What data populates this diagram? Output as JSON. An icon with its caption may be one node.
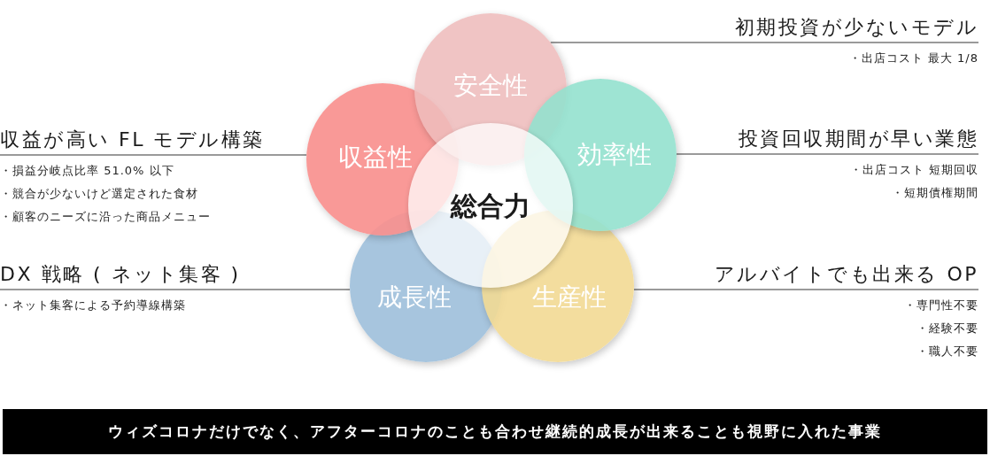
{
  "diagram": {
    "nodes": [
      {
        "text": [
          "安全性"
        ]
      },
      {
        "text": [
          "収益性"
        ]
      },
      {
        "text": [
          "効率性"
        ]
      },
      {
        "text": [
          "総合力"
        ]
      },
      {
        "text": [
          "成長性"
        ]
      },
      {
        "text": [
          "生産性"
        ]
      },
      {
        "text": [
          "初期投資が少ないモデル",
          "・出店コスト 最大 1/8"
        ]
      },
      {
        "text": [
          "収益が高い FL モデル構築",
          "・損益分岐点比率 51.0% 以下",
          "・競合が少ないけど選定された食材",
          "・顧客のニーズに沿った商品メニュー"
        ]
      },
      {
        "text": [
          "投資回収期間が早い業態",
          "・出店コスト 短期回収",
          "・短期債権期間"
        ]
      },
      {
        "text": [
          "DX 戦略 ( ネット集客 )",
          "・ネット集客による予約導線構築"
        ]
      },
      {
        "text": [
          "アルバイトでも出来る OP",
          "・専門性不要",
          "・経験不要",
          "・職人不要"
        ]
      },
      {
        "text": [
          "ウィズコロナだけでなく、アフターコロナのことも合わせ継続的成長が出来ることも視野に入れた事業"
        ]
      }
    ],
    "edges": [
      {
        "from": 6,
        "to": 0,
        "arrow": "none"
      },
      {
        "from": 7,
        "to": 1,
        "arrow": "none"
      },
      {
        "from": 8,
        "to": 2,
        "arrow": "none"
      },
      {
        "from": 9,
        "to": 4,
        "arrow": "none"
      },
      {
        "from": 10,
        "to": 5,
        "arrow": "none"
      }
    ]
  }
}
